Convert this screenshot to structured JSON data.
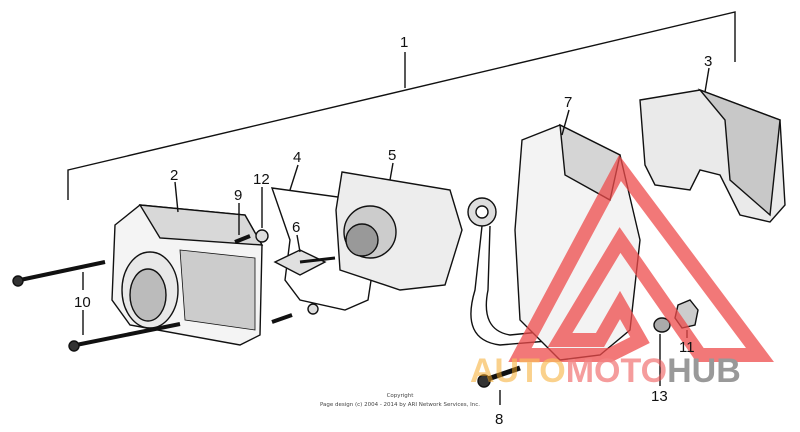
{
  "diagram": {
    "callouts": [
      "1",
      "2",
      "3",
      "4",
      "5",
      "6",
      "7",
      "8",
      "9",
      "10",
      "11",
      "12",
      "13"
    ]
  },
  "copyright": {
    "line1": "Copyright",
    "line2": "Page design (c) 2004 - 2014 by ARI Network Services, Inc."
  },
  "watermark": {
    "part1": "AUTO",
    "part2": "MOTO",
    "part3": "HUB",
    "colors": {
      "auto": "#f5a623",
      "moto": "#ee5a5a",
      "hub": "#777777"
    }
  }
}
